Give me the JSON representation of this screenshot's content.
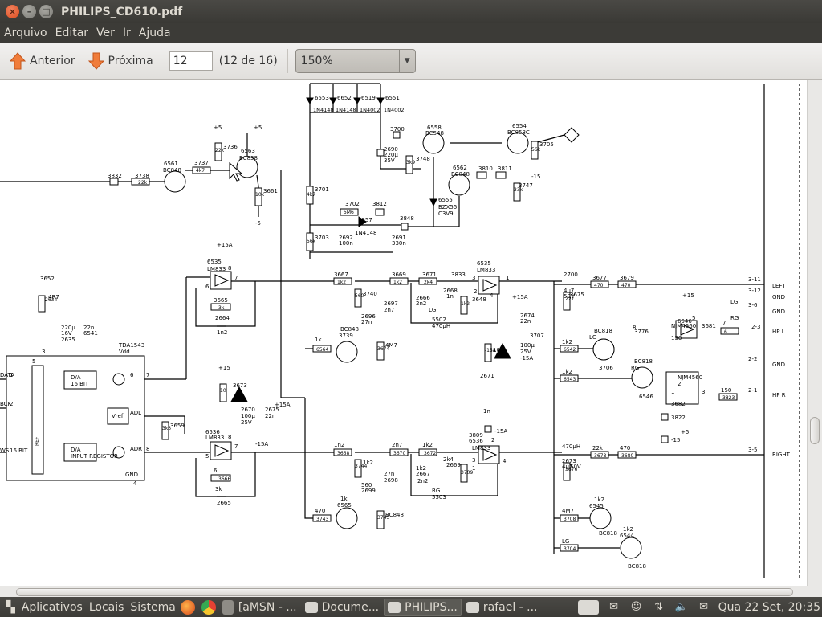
{
  "window": {
    "title": "PHILIPS_CD610.pdf"
  },
  "menu": [
    "Arquivo",
    "Editar",
    "Ver",
    "Ir",
    "Ajuda"
  ],
  "toolbar": {
    "prev_label": "Anterior",
    "next_label": "Próxima",
    "page_value": "12",
    "page_count": "(12 de 16)",
    "zoom": "150%"
  },
  "schematic": {
    "labels": [
      "6553",
      "6652",
      "6519",
      "6551",
      "1N4148",
      "1N4148",
      "1N4002",
      "1N4002",
      "+5",
      "+5",
      "3736",
      "22k",
      "6563",
      "BC858",
      "6561",
      "BC848",
      "3737",
      "4k7",
      "3832",
      "3738",
      "22k",
      "3661",
      "10k",
      "-5",
      "3700",
      "6558",
      "BC548",
      "6554",
      "BC858C",
      "3705",
      "56k",
      "2690",
      "220µ",
      "35V",
      "3748",
      "3k9",
      "6562",
      "BC848",
      "3810",
      "3811",
      "-15",
      "3747",
      "33k",
      "6555",
      "BZX55",
      "C3V9",
      "3701",
      "4k7",
      "3702",
      "5M6",
      "3812",
      "6557",
      "1N4148",
      "3848",
      "3703",
      "56k",
      "2692",
      "100n",
      "2691",
      "330n",
      "+15A",
      "6535",
      "LM833",
      "8",
      "7",
      "6",
      "3665",
      "3k",
      "2664",
      "1n2",
      "3667",
      "1k2",
      "3740",
      "560",
      "2697",
      "2n7",
      "2696",
      "27n",
      "3669",
      "1k2",
      "3671",
      "2k4",
      "2668",
      "1n",
      "3833",
      "6535",
      "LM833",
      "3",
      "1",
      "2",
      "4",
      "3648",
      "1k2",
      "2666",
      "2n2",
      "LG",
      "5502",
      "470µH",
      "+15A",
      "2674",
      "22n",
      "2700",
      "4µ7",
      "50V",
      "3675",
      "22k",
      "3677",
      "470",
      "3679",
      "470",
      "3-11",
      "LEFT",
      "3-12",
      "GND",
      "LG",
      "3-6",
      "GND",
      "RG",
      "2-3",
      "HP L",
      "2-2",
      "GND",
      "2-1",
      "HP R",
      "3-5",
      "RIGHT",
      "+15",
      "6546",
      "NJM4560",
      "3681",
      "150",
      "5",
      "7",
      "6",
      "8",
      "3776",
      "1k",
      "6564",
      "BC848",
      "3739",
      "4M7",
      "3674",
      "10",
      "-15A",
      "2671",
      "100µ",
      "25V",
      "-15A",
      "3707",
      "1k2",
      "6542",
      "BC818",
      "LG",
      "3706",
      "1k2",
      "6543",
      "BC818",
      "RG",
      "6546",
      "NJM4560",
      "2",
      "1",
      "3",
      "3682",
      "150",
      "3823",
      "3822",
      "-15",
      "+5",
      "3652",
      "4R7",
      "2634",
      "220µ",
      "16V",
      "2635",
      "22n",
      "6541",
      "TDA1543",
      "Vdd",
      "5",
      "3",
      "DATA",
      "1",
      "BCK",
      "2",
      "WS",
      "16 BIT",
      "D/A",
      "16 BIT",
      "D/A",
      "INPUT REGISTOR",
      "REF",
      "Vref",
      "ADL",
      "6",
      "7",
      "ADR",
      "8",
      "GND",
      "4",
      "3659",
      "3k3",
      "+15",
      "3673",
      "10",
      "2670",
      "100µ",
      "25V",
      "2675",
      "22n",
      "+15A",
      "-15A",
      "6536",
      "LM833",
      "8",
      "7",
      "5",
      "6",
      "3666",
      "3k",
      "2665",
      "1n2",
      "3668",
      "1k2",
      "3744",
      "560",
      "2699",
      "27n",
      "2698",
      "2n7",
      "3670",
      "1k2",
      "3672",
      "2k4",
      "2669",
      "1n",
      "-15A",
      "3809",
      "6536",
      "LM833",
      "3",
      "2",
      "4",
      "1",
      "3709",
      "1k2",
      "2667",
      "2n2",
      "RG",
      "5503",
      "470µH",
      "2673",
      "4µ7",
      "50V",
      "3676",
      "22k",
      "3678",
      "470",
      "3680",
      "470",
      "3743",
      "1k",
      "6565",
      "BC848",
      "3745",
      "4M7",
      "3708",
      "1k2",
      "6545",
      "BC818",
      "LG",
      "3704",
      "1k2",
      "6544",
      "BC818",
      "RG"
    ]
  },
  "taskbar": {
    "menus": [
      "Aplicativos",
      "Locais",
      "Sistema"
    ],
    "tasks": [
      "[aMSN - ...",
      "Docume...",
      "PHILIPS...",
      "rafael - ..."
    ],
    "clock": "Qua 22 Set, 20:35"
  }
}
